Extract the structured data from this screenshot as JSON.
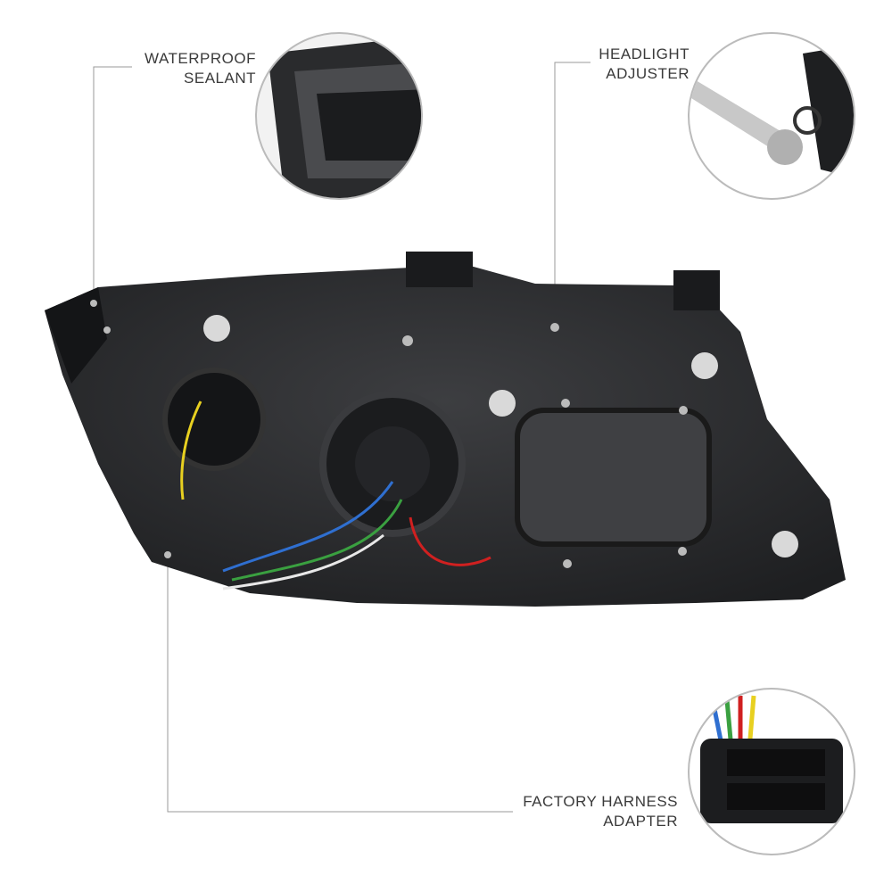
{
  "callouts": [
    {
      "line1": "WATERPROOF",
      "line2": "SEALANT"
    },
    {
      "line1": "HEADLIGHT",
      "line2": "ADJUSTER"
    },
    {
      "line1": "FACTORY HARNESS",
      "line2": "ADAPTER"
    }
  ],
  "colors": {
    "housing": "#2e2f31",
    "housing_dark": "#1c1d1f",
    "leader_line": "#9a9a9a",
    "text": "#3a3a3a"
  }
}
